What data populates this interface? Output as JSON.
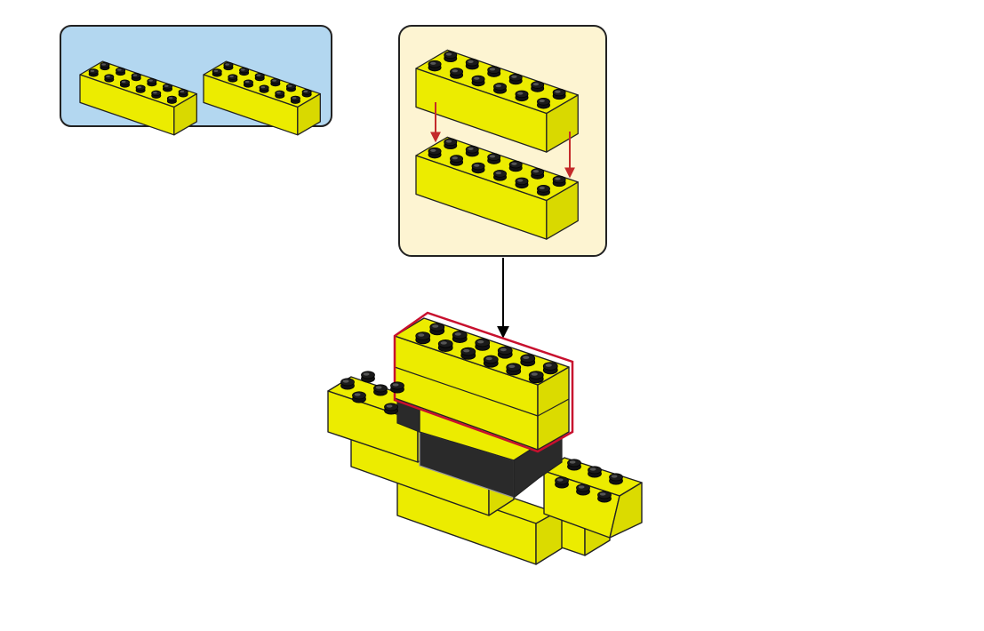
{
  "parts_panel": {
    "background": "#b3d7f0",
    "items": [
      {
        "part": "brick-2x6",
        "color": "#ecec00"
      },
      {
        "part": "brick-2x6",
        "color": "#ecec00"
      }
    ]
  },
  "subassembly_panel": {
    "background": "#fdf4d2",
    "bricks": [
      "brick-2x6",
      "brick-2x6"
    ],
    "arrow_color": "#c42a2a"
  },
  "model": {
    "brick_color": "#ecec00",
    "dark_color": "#2a2a2a",
    "highlight_color": "#c8102e"
  },
  "connector": {
    "arrow_color": "#000000"
  }
}
